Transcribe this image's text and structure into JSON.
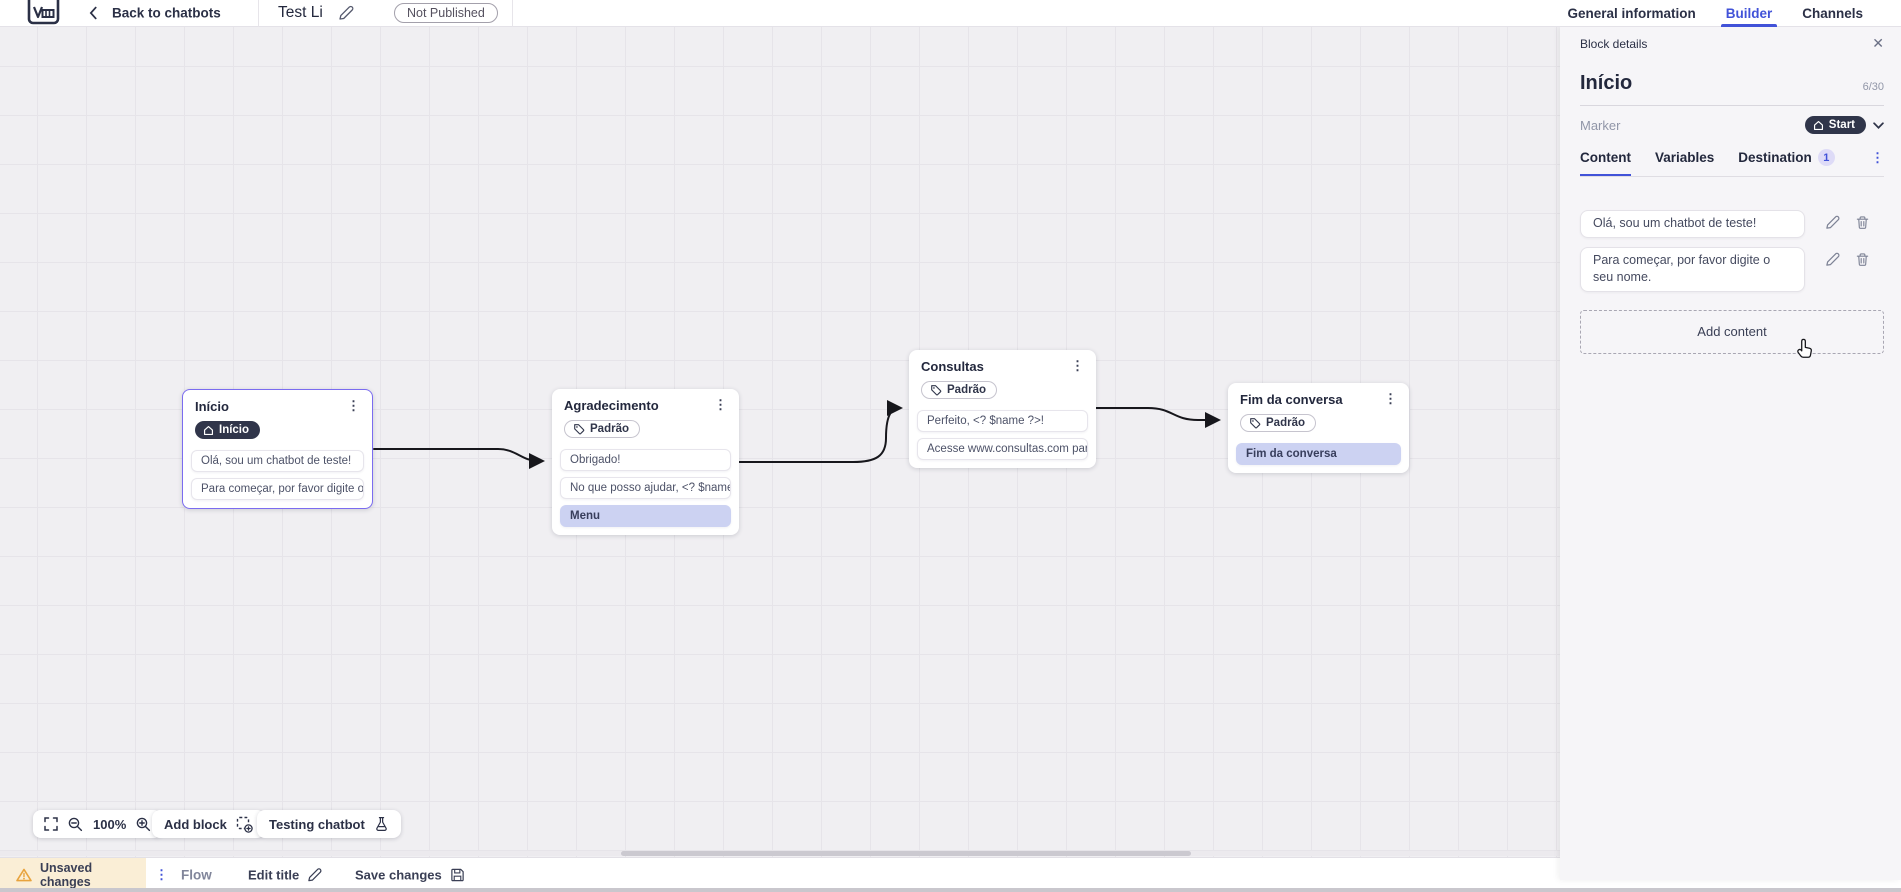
{
  "topbar": {
    "back_label": "Back to chatbots",
    "title": "Test Li",
    "status_badge": "Not Published",
    "tabs": [
      {
        "label": "General information"
      },
      {
        "label": "Builder"
      },
      {
        "label": "Channels"
      }
    ]
  },
  "panel": {
    "header": "Block details",
    "title": "Início",
    "counter": "6/30",
    "marker_label": "Marker",
    "marker_value": "Start",
    "tabs": [
      {
        "label": "Content"
      },
      {
        "label": "Variables"
      },
      {
        "label": "Destination",
        "badge": "1"
      }
    ],
    "fields": [
      "Olá, sou um chatbot de teste!",
      "Para começar, por favor digite o seu nome."
    ],
    "add_content_label": "Add content"
  },
  "canvas": {
    "zoom_level": "100%",
    "add_block_label": "Add block",
    "testing_label": "Testing chatbot",
    "nodes": [
      {
        "title": "Início",
        "badge": "Início",
        "items": [
          {
            "text": "Olá, sou um chatbot de teste!"
          },
          {
            "text": "Para começar, por favor digite o ..."
          }
        ]
      },
      {
        "title": "Agradecimento",
        "badge": "Padrão",
        "items": [
          {
            "text": "Obrigado!"
          },
          {
            "text": "No que posso ajudar, <? $name ..."
          },
          {
            "text": "Menu",
            "highlight": true
          }
        ]
      },
      {
        "title": "Consultas",
        "badge": "Padrão",
        "items": [
          {
            "text": "Perfeito, <? $name ?>!"
          },
          {
            "text": "Acesse www.consultas.com par..."
          }
        ]
      },
      {
        "title": "Fim da conversa",
        "badge": "Padrão",
        "items": [
          {
            "text": "Fim da conversa",
            "highlight": true
          }
        ]
      }
    ]
  },
  "bottombar": {
    "unsaved_label": "Unsaved changes",
    "flow_tab": "Flow",
    "edit_title_label": "Edit title",
    "save_label": "Save changes"
  },
  "icons": {
    "kebab": "⋮",
    "close": "✕"
  },
  "colors": {
    "accent": "#4152d8",
    "dark_badge": "#30354a",
    "highlight_item": "#ccd2f2",
    "selected_border": "#7b6cf0",
    "warning": "#e8a33d",
    "unsaved_bg": "#faeed6",
    "panel_bg": "#f6f5f8",
    "canvas_bg": "#f0eff2"
  }
}
